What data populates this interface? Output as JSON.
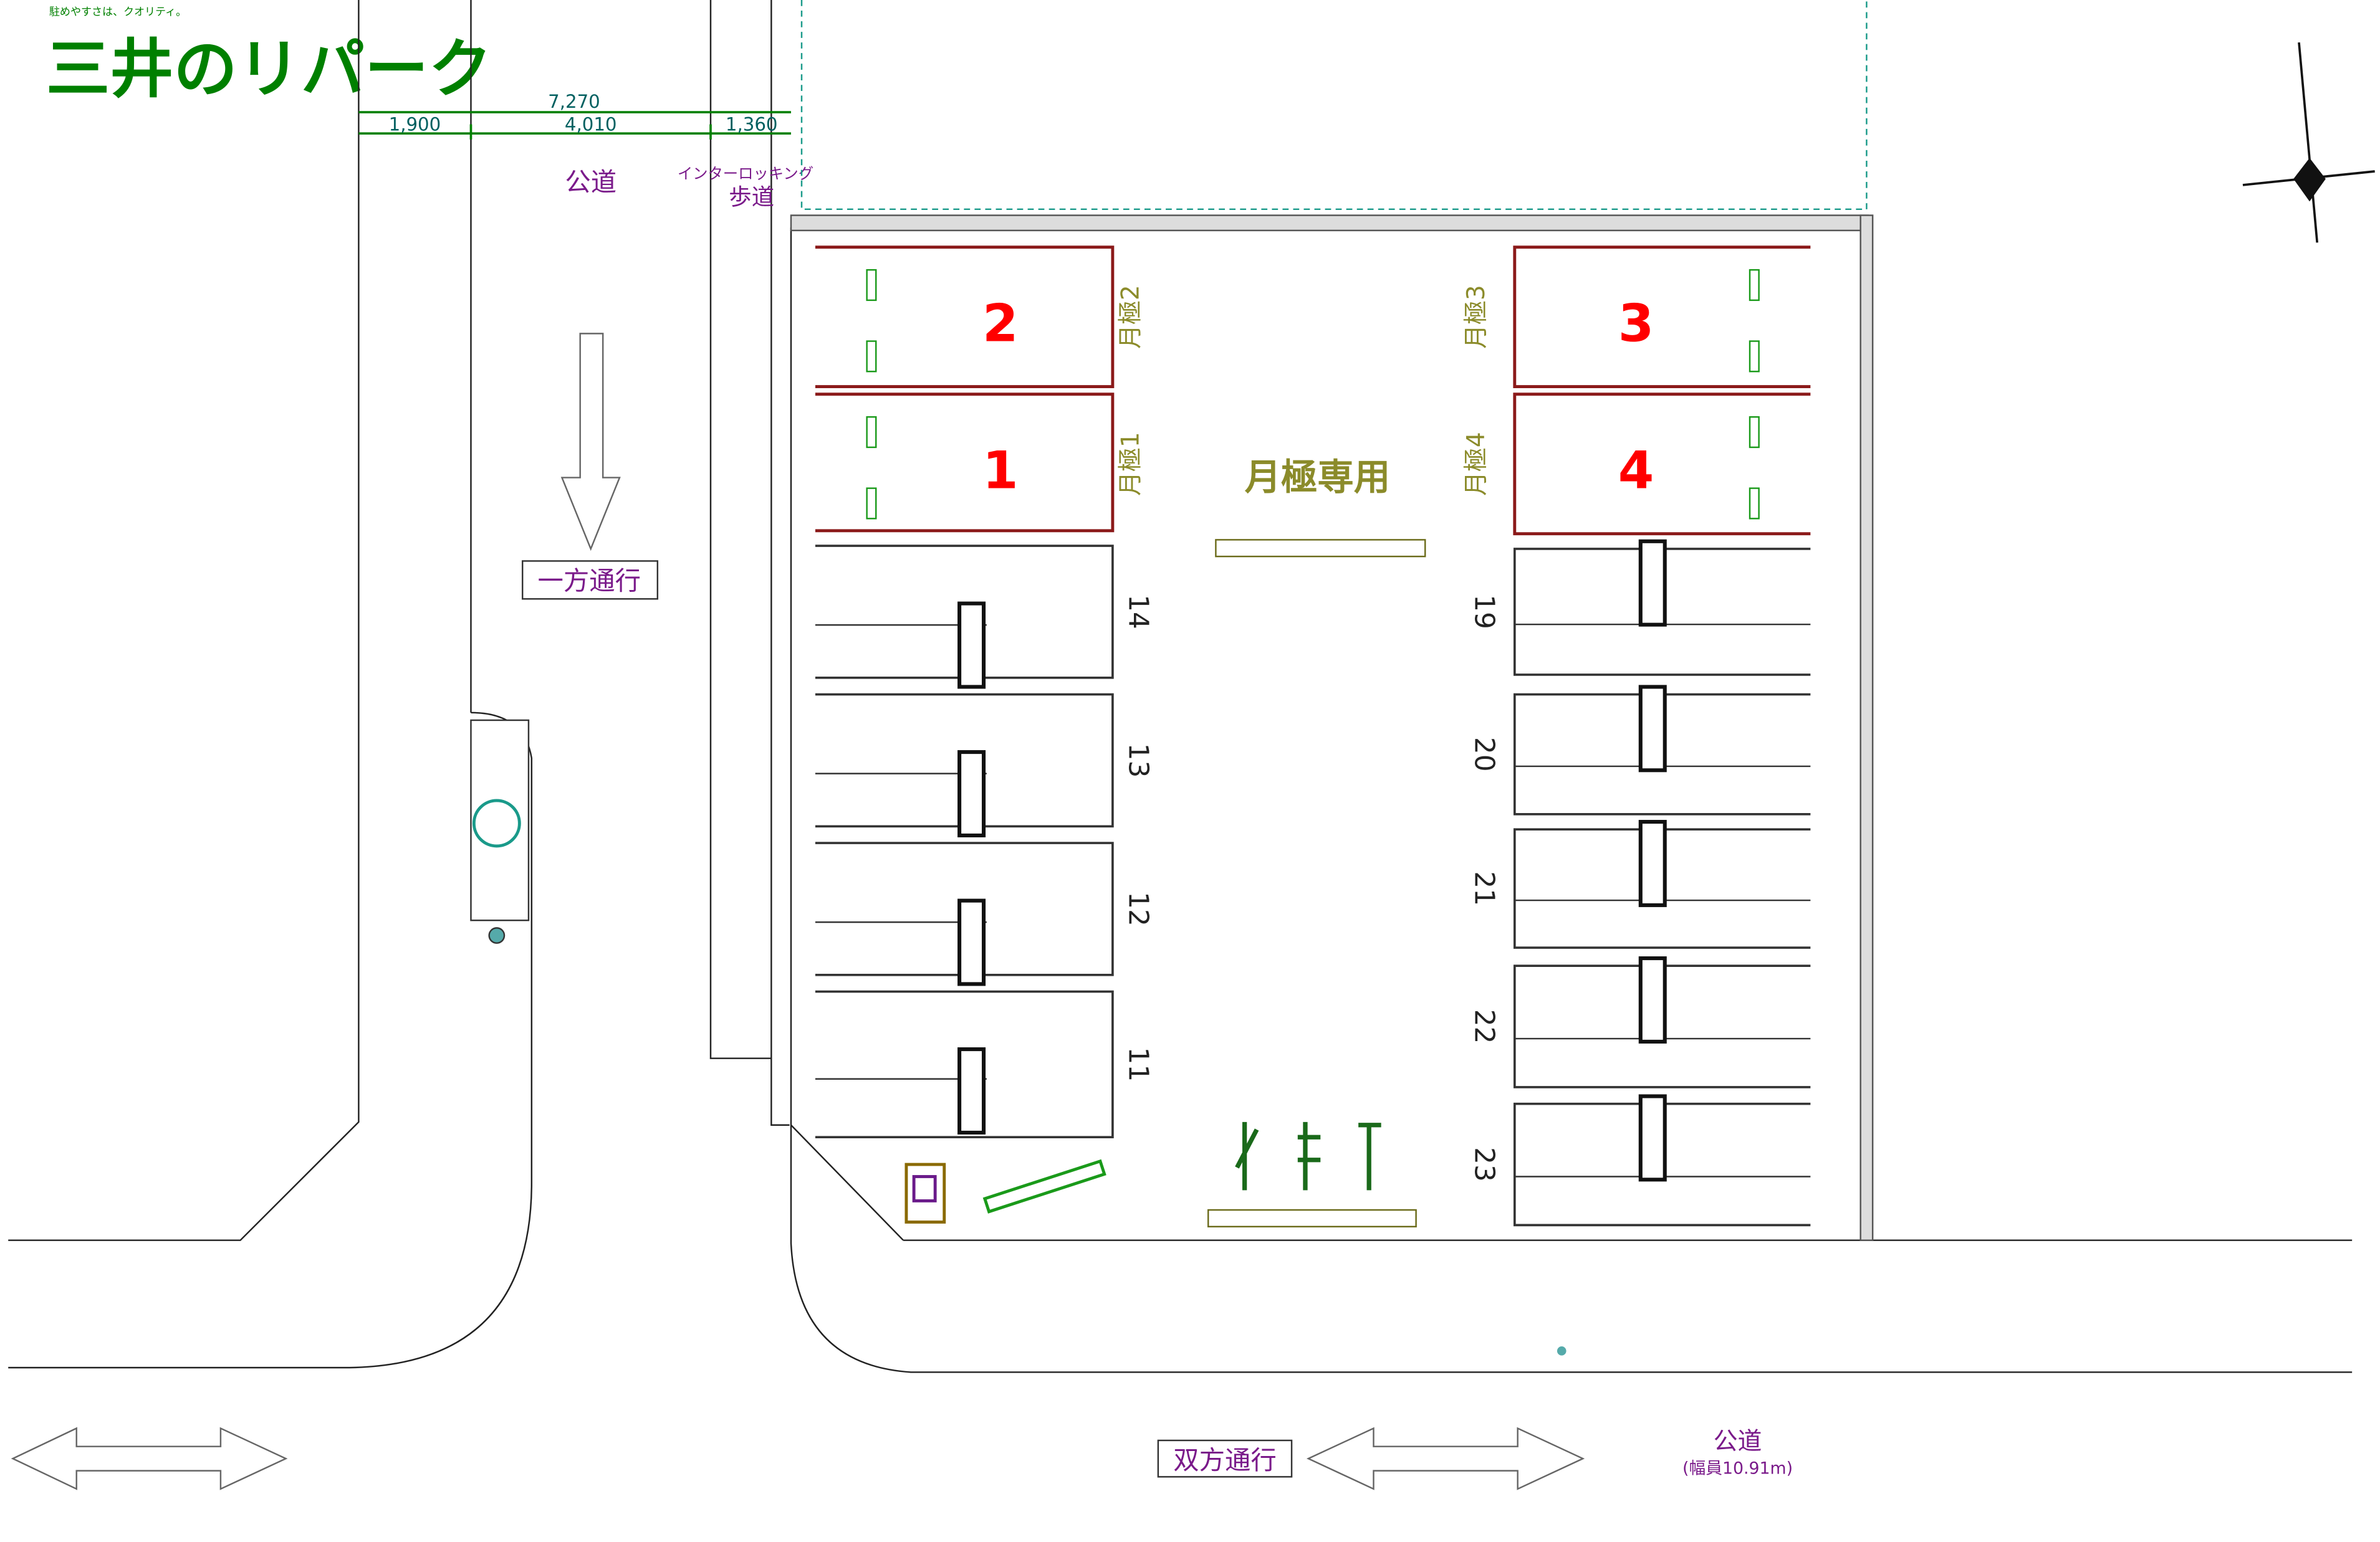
{
  "logo": {
    "tagline": "駐めやすさは、クオリティ。",
    "brand": "三井のリパーク",
    "color": "#008000"
  },
  "dimensions": {
    "total": "7,270",
    "left": "1,900",
    "middle": "4,010",
    "right": "1,360"
  },
  "labels": {
    "public_road_top": "公道",
    "sidewalk_type": "インターロッキング",
    "sidewalk": "歩道",
    "one_way": "一方通行",
    "two_way": "双方通行",
    "public_road_bottom": "公道",
    "road_width": "(幅員10.91m)",
    "monthly_only": "月極専用"
  },
  "monthly_spaces": [
    {
      "number": "2",
      "label": "月極2"
    },
    {
      "number": "1",
      "label": "月極1"
    },
    {
      "number": "3",
      "label": "月極3"
    },
    {
      "number": "4",
      "label": "月極4"
    }
  ],
  "left_spaces": [
    "14",
    "13",
    "12",
    "11"
  ],
  "right_spaces": [
    "19",
    "20",
    "21",
    "22",
    "23"
  ],
  "colors": {
    "monthly_outline": "#8b1a1a",
    "space_number": "#ff0000",
    "label_olive": "#8b8b2a",
    "road_text": "#7a1a8a",
    "dimension": "#008000"
  }
}
